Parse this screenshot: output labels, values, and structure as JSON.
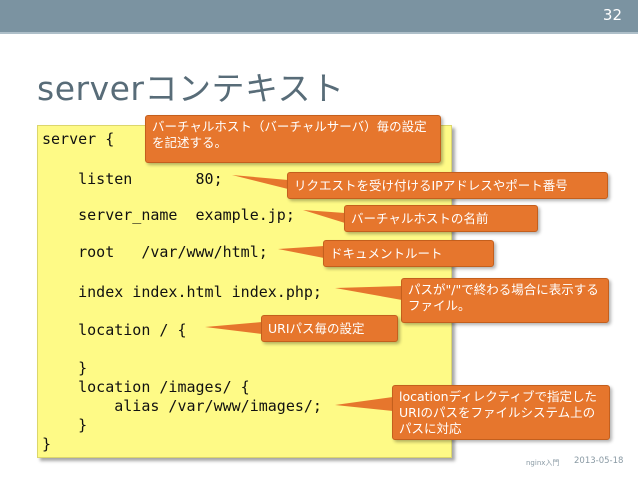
{
  "header": {
    "page_number": "32"
  },
  "title": "serverコンテキスト",
  "code_lines": [
    "server {",
    "    listen       80;",
    "    server_name  example.jp;",
    "    root   /var/www/html;",
    "    index index.html index.php;",
    "    location / {",
    "    }",
    "    location /images/ {",
    "        alias /var/www/images/;",
    "    }",
    "}"
  ],
  "callouts": {
    "virtual_host": "バーチャルホスト（バーチャルサーバ）毎の設定を記述する。",
    "listen": "リクエストを受け付けるIPアドレスやポート番号",
    "server_name": "バーチャルホストの名前",
    "root": "ドキュメントルート",
    "index": "パスが\"/\"で終わる場合に表示するファイル。",
    "location": "URIパス毎の設定",
    "alias": "locationディレクティブで指定したURIのパスをファイルシステム上のパスに対応"
  },
  "footer": {
    "label": "nginx入門",
    "date": "2013-05-18"
  },
  "colors": {
    "header_bar": "#7b93a1",
    "title_text": "#586c78",
    "code_background": "#fefa86",
    "callout_fill": "#e6762d",
    "callout_text": "#ffffff"
  }
}
